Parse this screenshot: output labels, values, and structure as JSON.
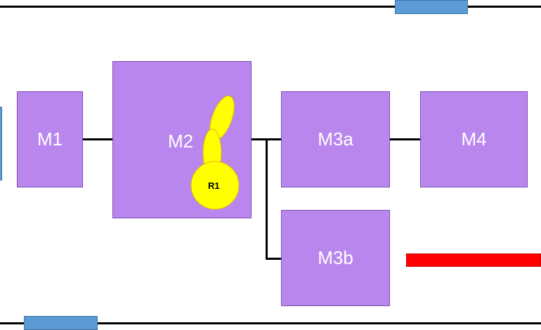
{
  "diagram": {
    "modules": {
      "m1": "M1",
      "m2": "M2",
      "m3a": "M3a",
      "m3b": "M3b",
      "m4": "M4"
    },
    "r1_label": "R1"
  },
  "colors": {
    "module_fill": "#b986ee",
    "module_border": "#7c4fb2",
    "connector": "#000000",
    "blue_block": "#5b9bd5",
    "red_bar": "#ff0000",
    "yellow_shape": "#ffff00",
    "yellow_stroke": "#e6b800"
  }
}
